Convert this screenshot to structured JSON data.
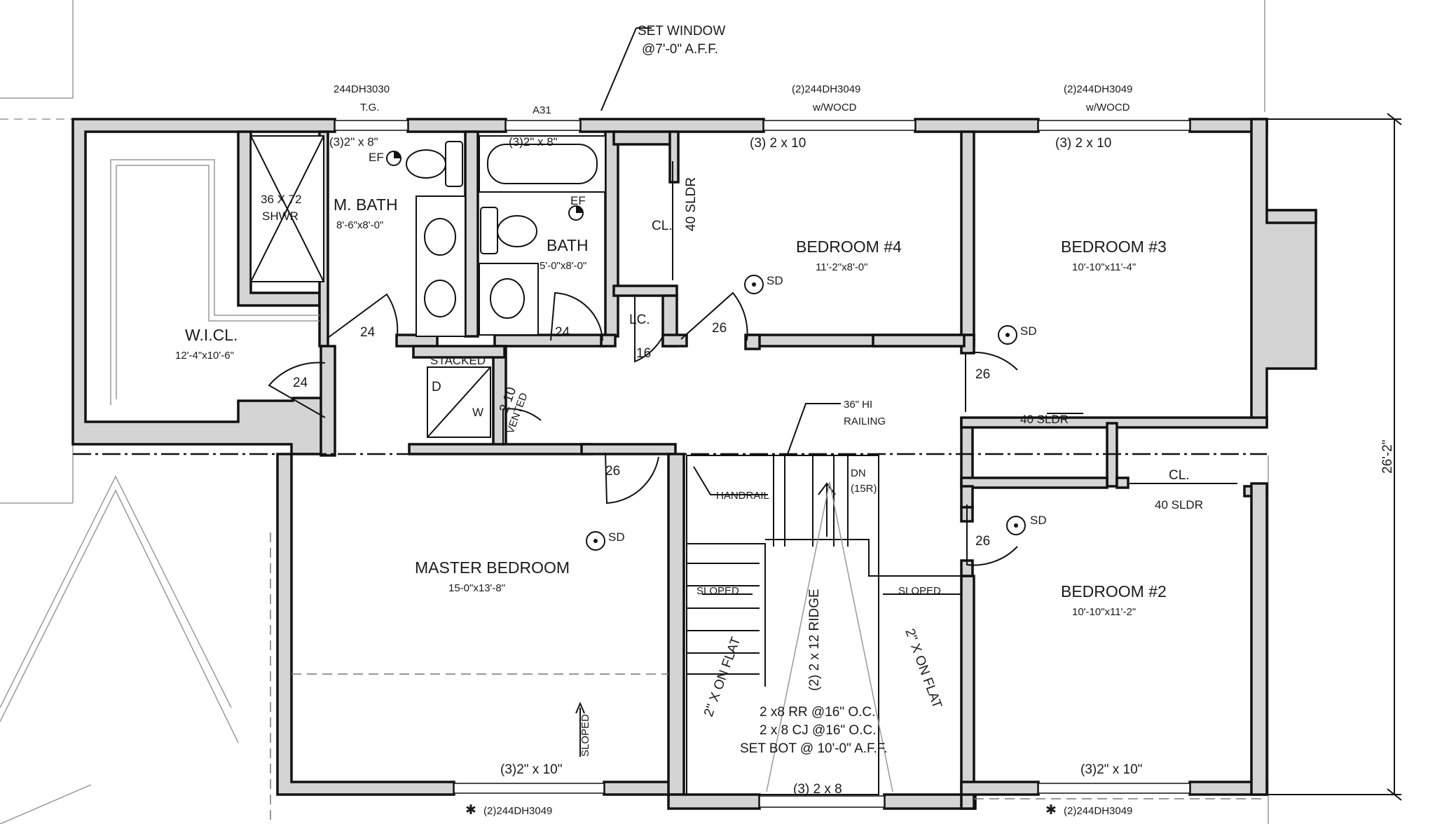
{
  "title_note": {
    "line1": "SET WINDOW",
    "line2": "@7'-0\" A.F.F."
  },
  "windows": {
    "mbath_tag": "244DH3030",
    "mbath_sub": "T.G.",
    "bath_tag": "A31",
    "bed4_tag": "(2)244DH3049",
    "bed4_sub": "w/WOCD",
    "bed3_tag": "(2)244DH3049",
    "bed3_sub": "w/WOCD",
    "master_tag": "(2)244DH3049",
    "bed2_tag": "(2)244DH3049",
    "star": "✱"
  },
  "headers": {
    "mbath": "(3)2\" x 8\"",
    "bath": "(3)2\" x 8\"",
    "bed4": "(3) 2 x 10",
    "bed3": "(3) 2 x 10",
    "master": "(3)2\" x 10\"",
    "bed2": "(3)2\" x 10\"",
    "stair": "(3) 2 x 8"
  },
  "rooms": {
    "wicl": {
      "name": "W.I.CL.",
      "dims": "12'-4\"x10'-6\""
    },
    "mbath": {
      "name": "M. BATH",
      "dims": "8'-6\"x8'-0\""
    },
    "bath": {
      "name": "BATH",
      "dims": "5'-0\"x8'-0\""
    },
    "bed4": {
      "name": "BEDROOM #4",
      "dims": "11'-2\"x8'-0\""
    },
    "bed3": {
      "name": "BEDROOM #3",
      "dims": "10'-10\"x11'-4\""
    },
    "master": {
      "name": "MASTER BEDROOM",
      "dims": "15-0\"x13'-8\""
    },
    "bed2": {
      "name": "BEDROOM #2",
      "dims": "10'-10\"x11'-2\""
    }
  },
  "fixtures": {
    "shower_line1": "36 X 72",
    "shower_line2": "SHWR",
    "ef": "EF",
    "lc": "LC.",
    "cl": "CL.",
    "stacked": "STACKED",
    "dryer": "D",
    "washer": "W",
    "vented": "VENTED"
  },
  "doors": {
    "wicl": "24",
    "mbath": "24",
    "bath": "24",
    "lc": "16",
    "bed4": "26",
    "bed3": "26",
    "laundry": "2 10",
    "master": "26",
    "bed2": "26"
  },
  "sliders": {
    "bed4_closet": "40 SLDR",
    "hall_closet": "40 SLDR",
    "bed2_closet": "40 SLDR"
  },
  "smoke": "SD",
  "stair": {
    "railing_line1": "36\" HI",
    "railing_line2": "RAILING",
    "handrail": "HANDRAIL",
    "dn_line1": "DN",
    "dn_line2": "(15R)",
    "sloped": "SLOPED",
    "ridge": "(2) 2 x 12 RIDGE",
    "flat": "2\" X ON FLAT",
    "note1": "2 x8 RR @16\" O.C.",
    "note2": "2 x 8 CJ @16\" O.C.",
    "note3": "SET BOT @ 10'-0\" A.F.F."
  },
  "overall_dim": "26'-2\""
}
